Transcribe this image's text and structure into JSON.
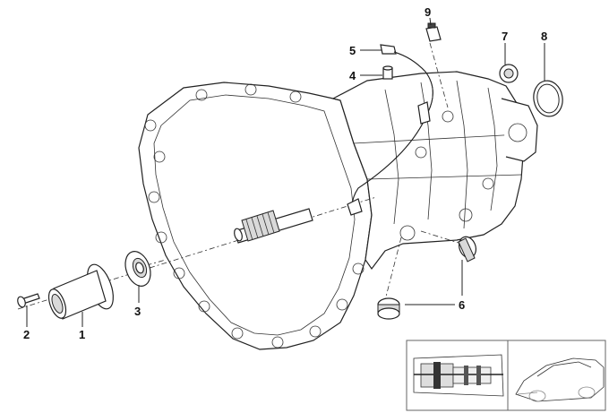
{
  "callouts": {
    "c1": "1",
    "c2": "2",
    "c3": "3",
    "c4": "4",
    "c5": "5",
    "c6": "6",
    "c7": "7",
    "c8": "8",
    "c9": "9"
  },
  "icons": {
    "housing": "transmission-housing-icon",
    "inset": "vehicle-locator-inset-icon"
  }
}
